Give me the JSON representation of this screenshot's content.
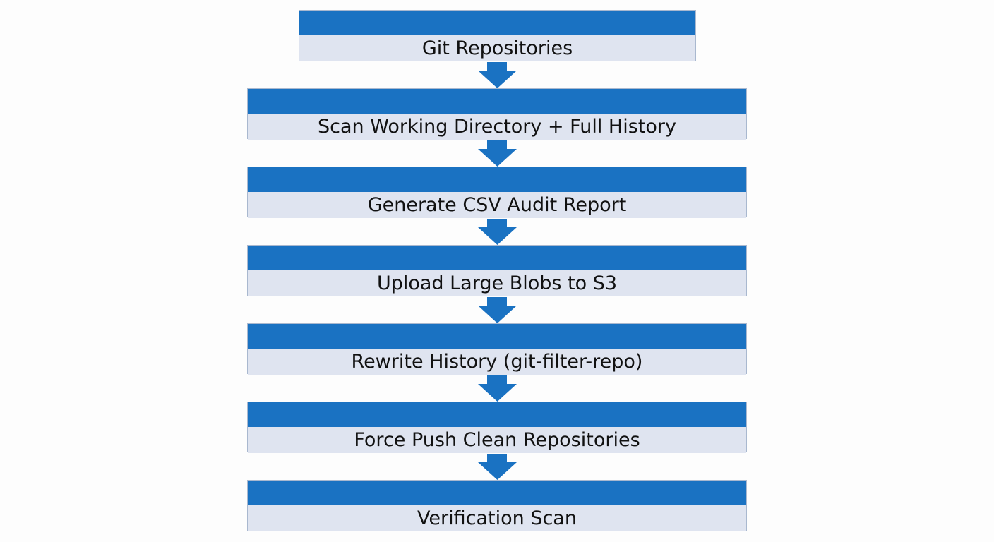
{
  "steps": [
    {
      "label": "Git Repositories"
    },
    {
      "label": "Scan Working Directory + Full History"
    },
    {
      "label": "Generate CSV Audit Report"
    },
    {
      "label": "Upload Large Blobs to S3"
    },
    {
      "label": "Rewrite History (git-filter-repo)"
    },
    {
      "label": "Force Push Clean Repositories"
    },
    {
      "label": "Verification Scan"
    }
  ],
  "colors": {
    "header": "#1a72c2",
    "body": "#dfe4f0",
    "arrow": "#1a72c2"
  }
}
